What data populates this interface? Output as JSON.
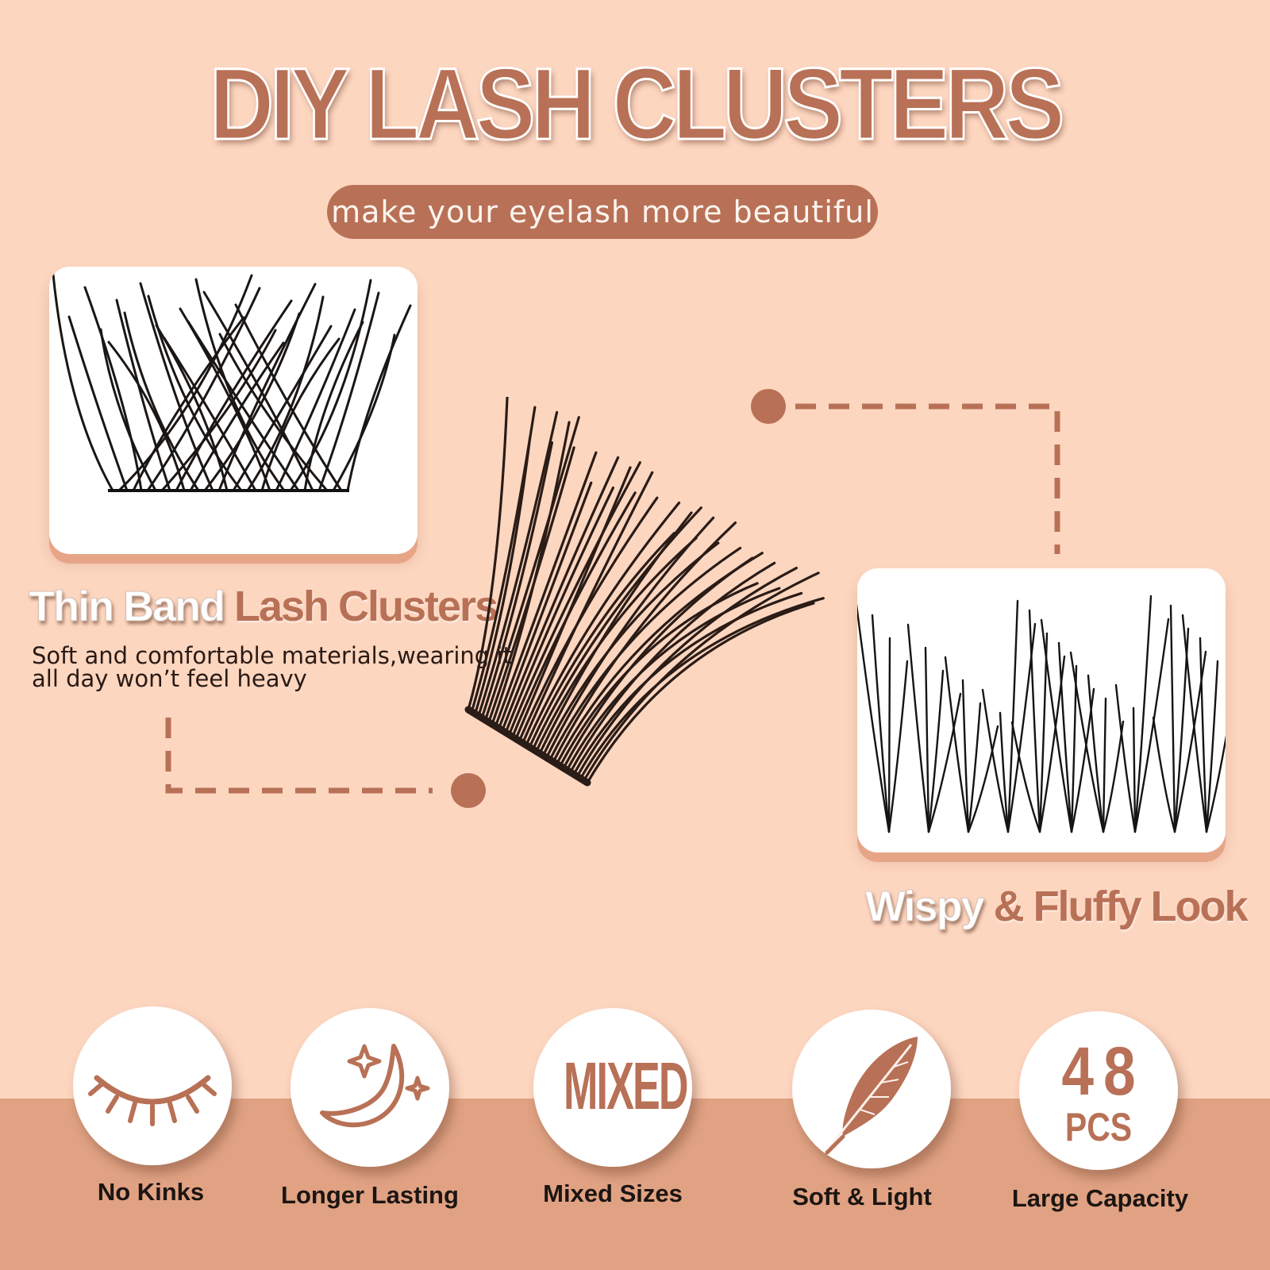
{
  "header": {
    "title": "DIY LASH CLUSTERS",
    "subtitle": "make your eyelash more beautiful"
  },
  "features": {
    "band": {
      "title_white": "Thin Band",
      "title_brown": "Lash Clusters",
      "description": "Soft and comfortable materials,wearing it all day won’t feel heavy"
    },
    "wispy": {
      "title_white": "Wispy",
      "title_brown": "& Fluffy Look"
    }
  },
  "badges": [
    {
      "icon": "closed-eye-icon",
      "label": "No Kinks"
    },
    {
      "icon": "moon-stars-icon",
      "label": "Longer Lasting"
    },
    {
      "icon": "mixed-text-icon",
      "label": "Mixed Sizes",
      "text": "MIXED"
    },
    {
      "icon": "feather-icon",
      "label": "Soft & Light"
    },
    {
      "icon": "count-icon",
      "label": "Large Capacity",
      "number": "48",
      "unit": "PCS"
    }
  ],
  "colors": {
    "background": "#fdd6c0",
    "band": "#e0a283",
    "accent": "#b87156",
    "card": "#ffffff",
    "text_dark": "#1c1512"
  }
}
